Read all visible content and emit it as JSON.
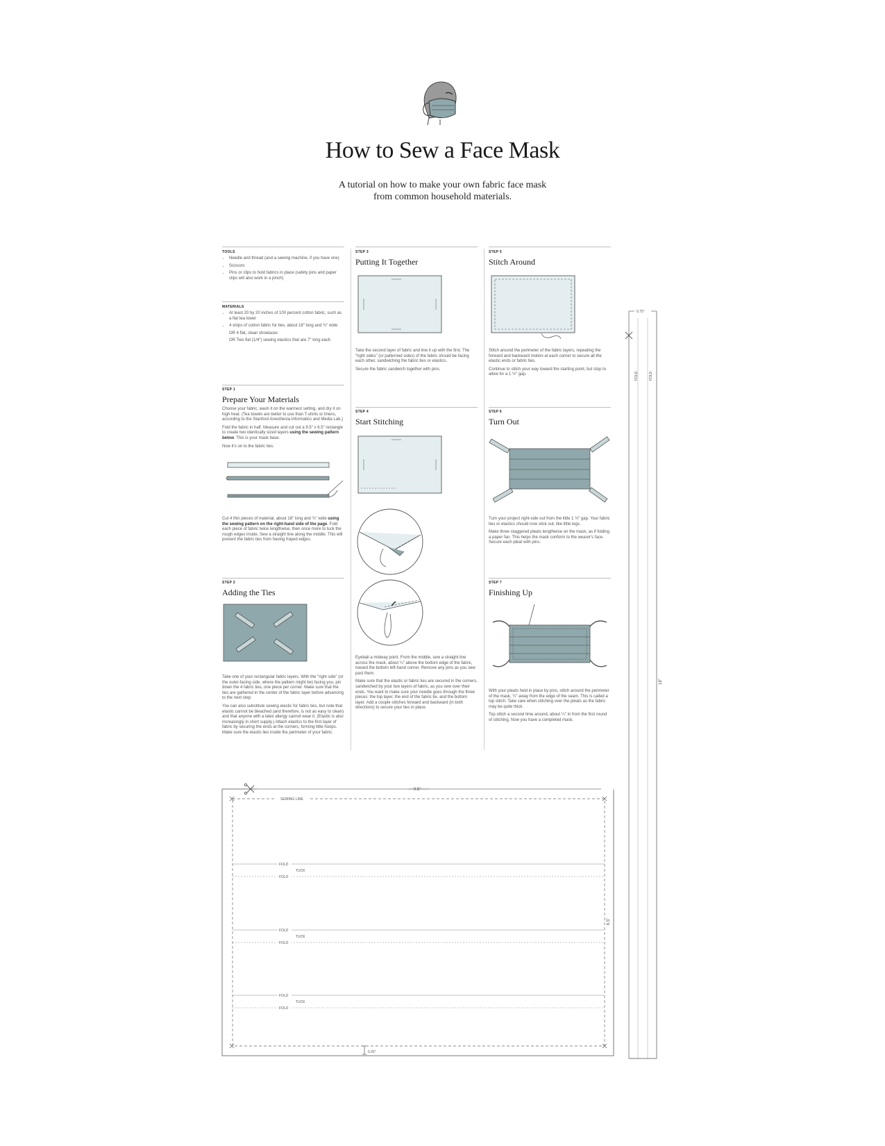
{
  "header": {
    "title": "How to Sew a Face Mask",
    "subtitle_line1": "A tutorial on how to make your own fabric face mask",
    "subtitle_line2": "from common household materials."
  },
  "tools": {
    "label": "TOOLS",
    "items": [
      "Needle and thread (and a sewing machine, if you have one)",
      "Scissors",
      "Pins or clips to hold fabrics in place (safety pins and paper clips will also work in a pinch)"
    ]
  },
  "materials": {
    "label": "MATERIALS",
    "items": [
      "At least 20 by 20 inches of 100 percent cotton fabric, such as a flat tea towel",
      "4 strips of cotton fabric for ties, about 18\" long and ¾\" wide"
    ],
    "or1": "OR 4 flat, clean shoelaces",
    "or2": "OR Two flat (1/4\") sewing elastics that are 7\" long each"
  },
  "step1": {
    "label": "STEP 1",
    "title": "Prepare Your Materials",
    "p1": "Choose your fabric, wash it on the warmest setting, and dry it on high heat. (Tea towels are better to use than T-shirts or linens, according to the Stanford Anesthesia Informatics and Media Lab.)",
    "p2a": "Fold the fabric in half. Measure and cut out a 9.5\" x 6.5\" rectangle to create two identically sized layers ",
    "p2b": "using the sewing pattern below",
    "p2c": ". This is your mask base.",
    "p3": "Now it's on to the fabric ties:",
    "p4a": "Cut 4 thin pieces of material, about 18\" long and ¾\" wide ",
    "p4b": "using the sewing pattern on the right-hand side of the page",
    "p4c": ". Fold each piece of fabric twice lengthwise, then once more to tuck the rough edges inside. Sew a straight line along the middle. This will prevent the fabric ties from having frayed edges."
  },
  "step2": {
    "label": "STEP 2",
    "title": "Adding the Ties",
    "p1": "Take one of your rectangular fabric layers. With the \"right side\" (or the outer-facing side, where the pattern might be) facing you, pin down the 4 fabric ties, one piece per corner. Make sure that the ties are gathered in the center of the fabric layer before advancing to the next step.",
    "p2": "You can also substitute sewing elastic for fabric ties, but note that elastic cannot be bleached (and therefore, is not as easy to clean) and that anyone with a latex allergy cannot wear it. (Elastic is also increasingly in short supply.) Attach elastics to the first layer of fabric by securing the ends at the corners, forming little hoops. Make sure the elastic lies inside the perimeter of your fabric."
  },
  "step3": {
    "label": "STEP 3",
    "title": "Putting It Together",
    "p1": "Take the second layer of fabric and line it up with the first. The \"right sides\" (or patterned sides) of the fabric should be facing each other, sandwiching the fabric ties or elastics.",
    "p2": "Secure the fabric sandwich together with pins."
  },
  "step4": {
    "label": "STEP 4",
    "title": "Start Stitching",
    "p1": "Eyeball a midway point. From the middle, sew a straight line across the mask, about ¼\" above the bottom edge of the fabric, toward the bottom left-hand corner. Remove any pins as you sew past them.",
    "p2": "Make sure that the elastic or fabric ties are secured in the corners, sandwiched by your two layers of fabric, as you sew over their ends. You want to make sure your needle goes through the three pieces: the top layer, the end of the fabric tie, and the bottom layer. Add a couple stitches forward and backward (in both directions) to secure your ties in place."
  },
  "step5": {
    "label": "STEP 5",
    "title": "Stitch Around",
    "p1": "Stitch around the perimeter of the fabric layers, repeating the forward and backward motion at each corner to secure all the elastic ends or fabric ties.",
    "p2": "Continue to stitch your way toward the starting point, but stop to allow for a 1 ½\" gap."
  },
  "step6": {
    "label": "STEP 6",
    "title": "Turn Out",
    "p1": "Turn your project right-side out from the little 1 ½\" gap. Your fabric ties or elastics should now stick out, like little legs.",
    "p2": "Make three staggered pleats lengthwise on the mask, as if folding a paper fan. This helps the mask conform to the wearer's face. Secure each pleat with pins."
  },
  "step7": {
    "label": "STEP 7",
    "title": "Finishing Up",
    "p1": "With your pleats held in place by pins, stitch around the perimeter of the mask, ¼\" away from the edge of the seam. This is called a top stitch. Take care when stitching over the pleats as the fabric may be quite thick.",
    "p2": "Top stitch a second time around, about ¼\" in from the first round of stitching. Now you have a completed mask."
  },
  "pattern": {
    "width_label": "9.5\"",
    "height_label": "6.5\"",
    "sewing_line": "SEWING LINE",
    "fold": "FOLD",
    "tuck": "TUCK",
    "seam_label": "0.25\""
  },
  "tie_pattern": {
    "width_label": "0.75\"",
    "length_label": "18\"",
    "fold": "FOLD"
  },
  "colors": {
    "fabric": "#8fa8ab",
    "fabric_light": "#e4eef0",
    "line": "#555555"
  }
}
